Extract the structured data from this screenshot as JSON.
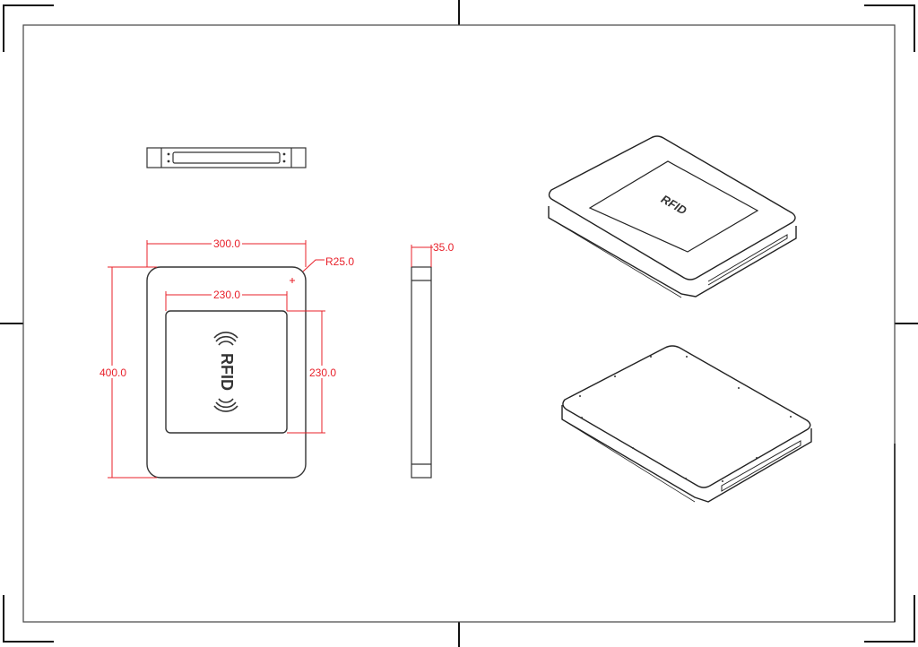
{
  "drawing": {
    "type": "technical-drawing",
    "subject": "RFID reader enclosure",
    "line_color": "#222222",
    "dimension_color": "#e8202a",
    "views": [
      "top-view",
      "front-view",
      "side-view",
      "isometric-top",
      "isometric-bottom"
    ]
  },
  "dimensions": {
    "width": "300.0",
    "height": "400.0",
    "inner_width": "230.0",
    "inner_height": "230.0",
    "corner_radius": "R25.0",
    "thickness": "35.0"
  },
  "labels": {
    "front_logo": "RFID",
    "iso_logo": "RFID"
  }
}
